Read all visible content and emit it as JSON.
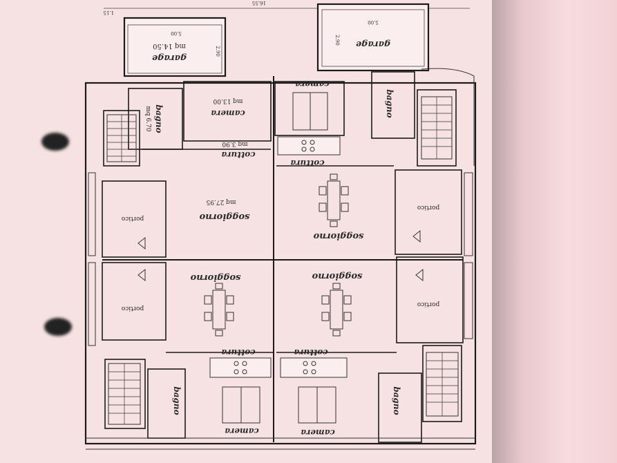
{
  "garages": [
    {
      "label": "garage",
      "area": "mq 14.50",
      "width": "5.00",
      "depth": "2.90"
    },
    {
      "label": "garage",
      "width": "5.00",
      "depth": "2.90"
    }
  ],
  "upper_units": {
    "left": {
      "bagno": "bagno",
      "bagno_area": "mq 6.70",
      "camera": "camera",
      "camera_area": "mq 13.00",
      "cottura": "cottura",
      "cottura_area": "mq 3.90",
      "soggiorno": "soggiorno",
      "soggiorno_area": "mq 27.95",
      "portico": "portico"
    },
    "right": {
      "camera": "camera",
      "bagno": "bagno",
      "cottura": "cottura",
      "soggiorno": "soggiorno",
      "portico": "portico"
    }
  },
  "lower_units": {
    "left": {
      "soggiorno": "soggiorno",
      "portico": "portico",
      "cottura": "cottura",
      "bagno": "bagno",
      "camera": "camera"
    },
    "right": {
      "soggiorno": "soggiorno",
      "portico": "portico",
      "cottura": "cottura",
      "bagno": "bagno",
      "camera": "camera"
    }
  },
  "dimensions": {
    "top_small": "1.15",
    "top_total": "16.55"
  }
}
